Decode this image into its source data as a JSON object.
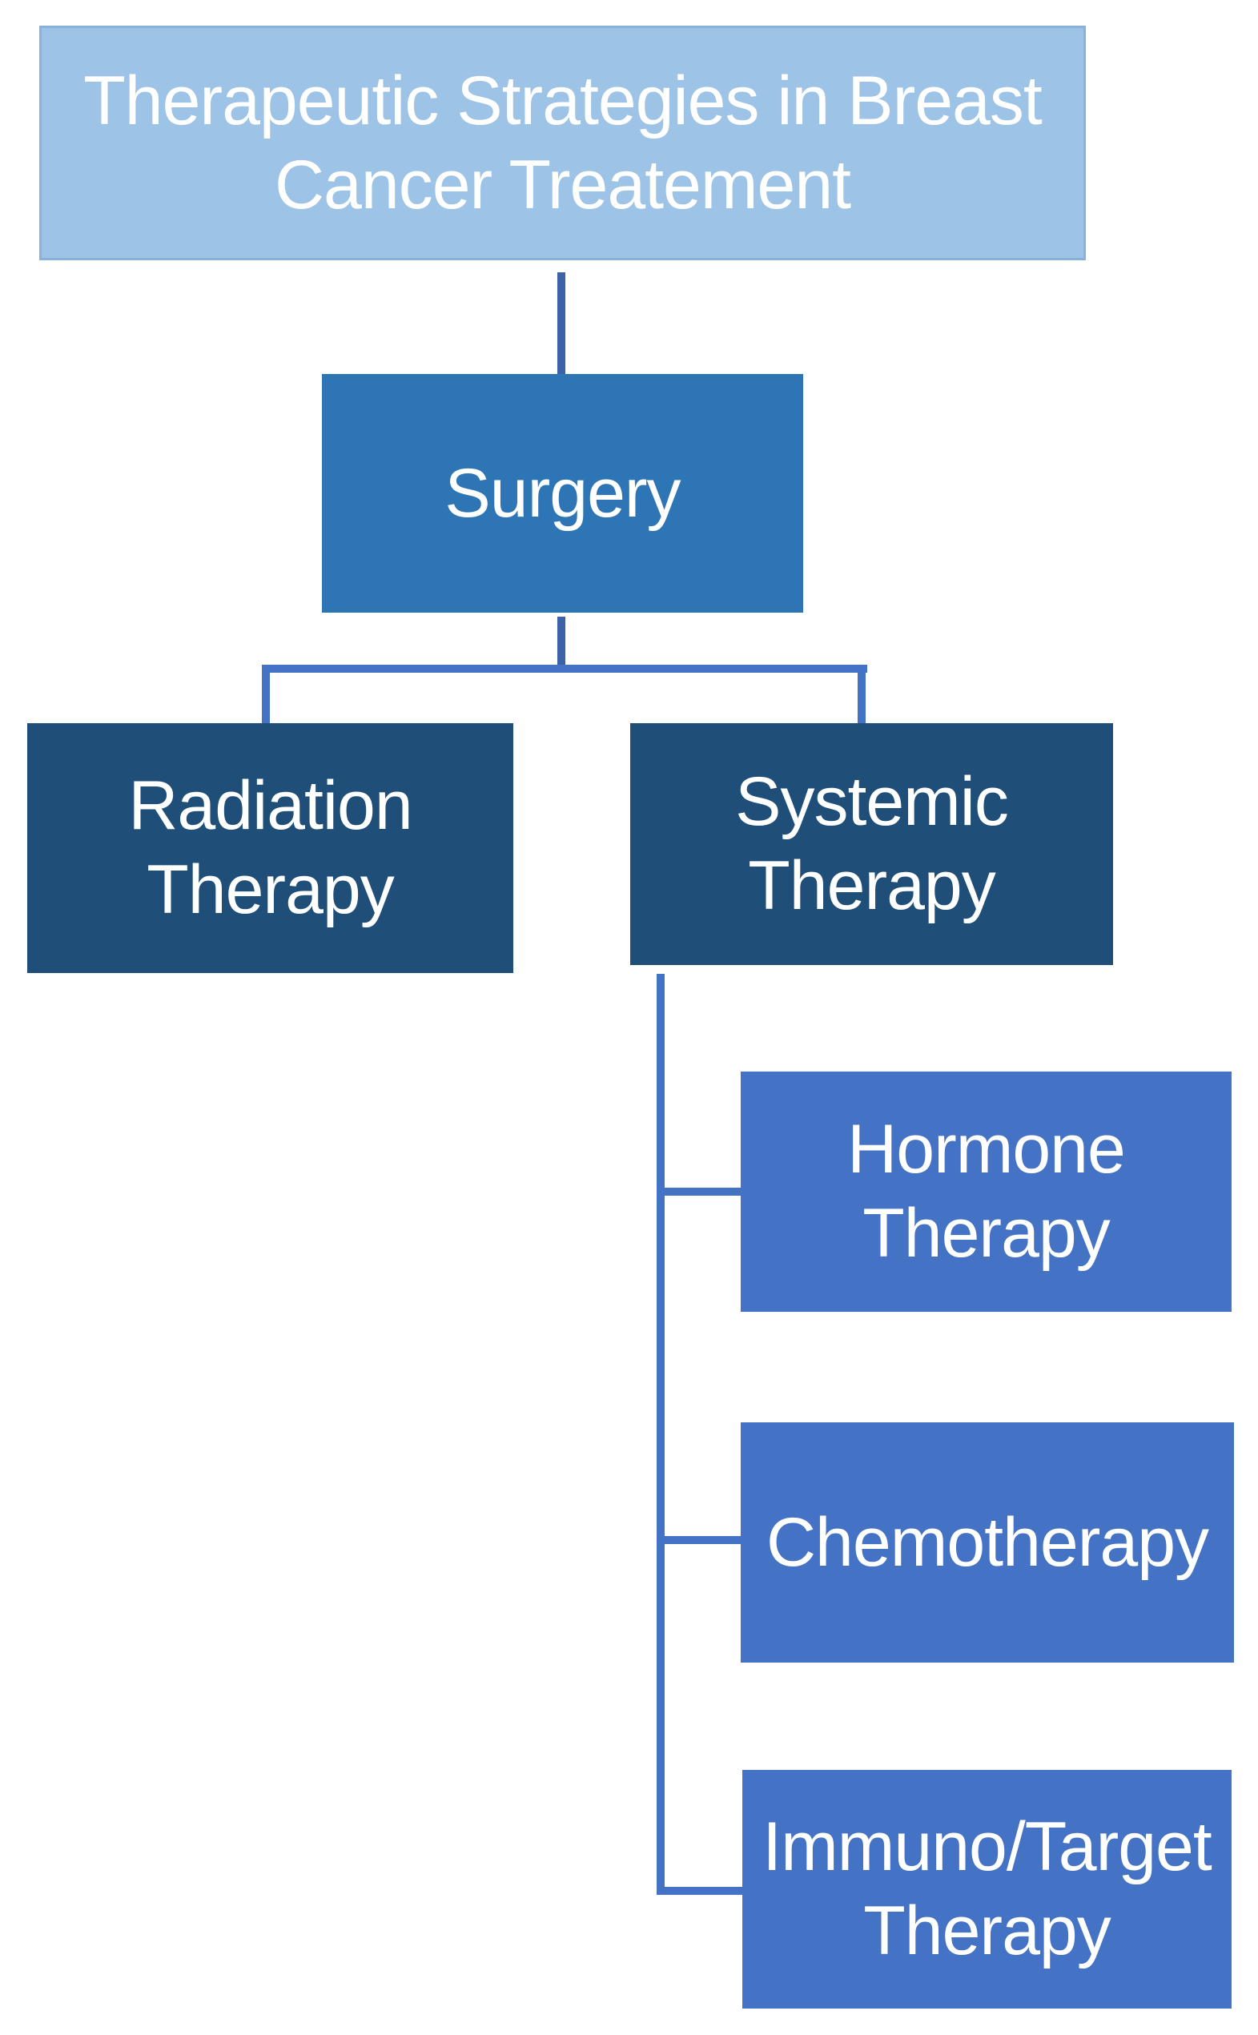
{
  "figure": {
    "background_color": "#FFFFFF",
    "connector_color": "#4472C4",
    "connector_dark_color": "#3C63A8",
    "text_color": "#FFFFFF"
  },
  "nodes": {
    "title": {
      "label": "Therapeutic Strategies in Breast\nCancer Treatement",
      "fill": "#9DC3E6"
    },
    "surgery": {
      "label": "Surgery",
      "fill": "#2E75B6"
    },
    "radiation": {
      "label": "Radiation\nTherapy",
      "fill": "#1F4E79"
    },
    "systemic": {
      "label": "Systemic\nTherapy",
      "fill": "#1F4E79"
    },
    "hormone": {
      "label": "Hormone\nTherapy",
      "fill": "#4472C4"
    },
    "chemotherapy": {
      "label": "Chemotherapy",
      "fill": "#4472C4"
    },
    "immuno": {
      "label": "Immuno/Target\nTherapy",
      "fill": "#4472C4"
    }
  },
  "edges": [
    {
      "from": "title",
      "to": "surgery"
    },
    {
      "from": "surgery",
      "to": "radiation"
    },
    {
      "from": "surgery",
      "to": "systemic"
    },
    {
      "from": "systemic",
      "to": "hormone"
    },
    {
      "from": "systemic",
      "to": "chemotherapy"
    },
    {
      "from": "systemic",
      "to": "immuno"
    }
  ]
}
